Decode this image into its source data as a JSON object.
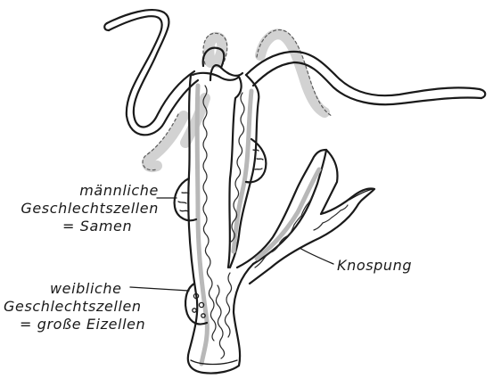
{
  "labels": {
    "male": {
      "line1": "männliche",
      "line2": "Geschlechtszellen",
      "line3": "= Samen"
    },
    "female": {
      "line1": "weibliche",
      "line2": "Geschlechtszellen",
      "line3": "= große Eizellen"
    },
    "bud": "Knospung"
  }
}
